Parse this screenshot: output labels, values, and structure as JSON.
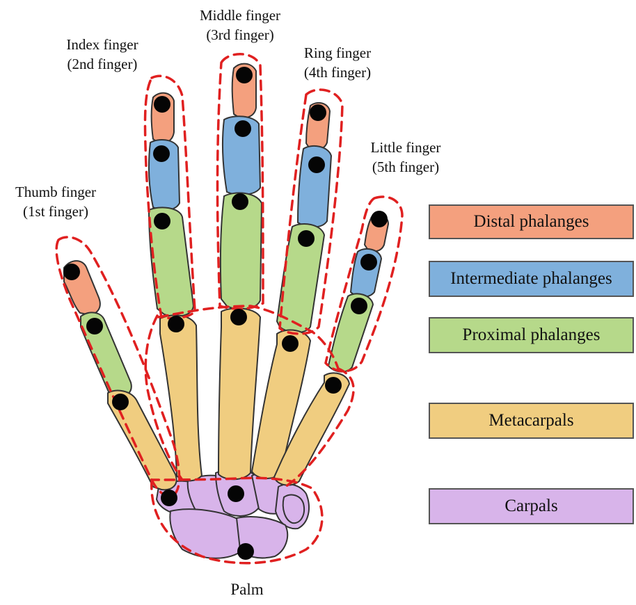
{
  "fingers": [
    {
      "line1": "Thumb finger",
      "line2": "(1st finger)"
    },
    {
      "line1": "Index finger",
      "line2": "(2nd finger)"
    },
    {
      "line1": "Middle finger",
      "line2": "(3rd finger)"
    },
    {
      "line1": "Ring finger",
      "line2": "(4th finger)"
    },
    {
      "line1": "Little finger",
      "line2": "(5th finger)"
    }
  ],
  "palm_label": "Palm",
  "legend": [
    {
      "label": "Distal phalanges",
      "color": "#f4a07e"
    },
    {
      "label": "Intermediate phalanges",
      "color": "#7fb0dc"
    },
    {
      "label": "Proximal phalanges",
      "color": "#b6d98a"
    },
    {
      "label": "Metacarpals",
      "color": "#f0cd80"
    },
    {
      "label": "Carpals",
      "color": "#d8b4ea"
    }
  ],
  "colors": {
    "boundary": "#e02020",
    "joint": "#050505",
    "distal": "#f4a07e",
    "intermediate": "#7fb0dc",
    "proximal": "#b6d98a",
    "metacarpal": "#f0cd80",
    "carpal": "#d8b4ea"
  }
}
